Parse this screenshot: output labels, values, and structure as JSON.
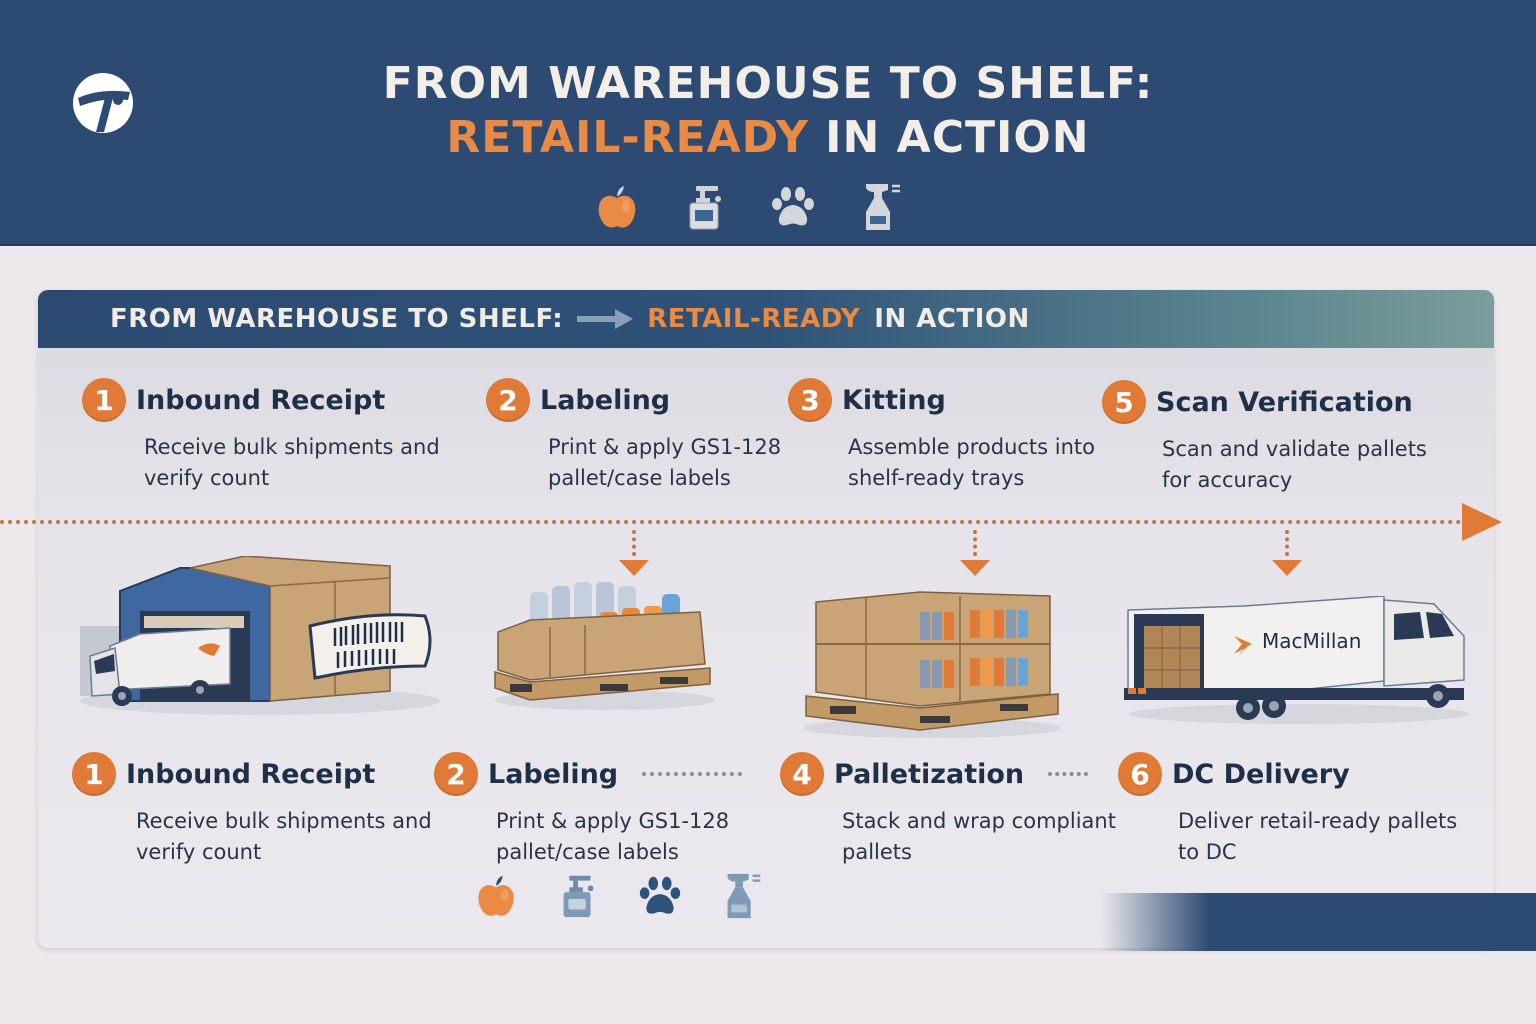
{
  "banner": {
    "title_line1": "FROM WAREHOUSE TO SHELF:",
    "title_line2_highlight": "RETAIL-READY",
    "title_line2_rest": " IN ACTION",
    "logo": "company-logo",
    "icons": [
      "apple-icon",
      "pump-bottle-icon",
      "paw-icon",
      "spray-bottle-icon"
    ]
  },
  "panel": {
    "header_part1": "FROM WAREHOUSE TO SHELF:",
    "header_highlight": "RETAIL-READY",
    "header_part2": "IN ACTION"
  },
  "top_steps": [
    {
      "number": "1",
      "title": "Inbound Receipt",
      "desc": "Receive bulk shipments and verify count"
    },
    {
      "number": "2",
      "title": "Labeling",
      "desc": "Print & apply GS1-128 pallet/case labels"
    },
    {
      "number": "3",
      "title": "Kitting",
      "desc": "Assemble products into shelf-ready trays"
    },
    {
      "number": "5",
      "title": "Scan Verification",
      "desc": "Scan and validate pallets for accuracy"
    }
  ],
  "bottom_steps": [
    {
      "number": "1",
      "title": "Inbound Receipt",
      "desc": "Receive bulk shipments and verify count"
    },
    {
      "number": "2",
      "title": "Labeling",
      "desc": "Print & apply GS1-128 pallet/case labels"
    },
    {
      "number": "4",
      "title": "Palletization",
      "desc": "Stack and wrap compliant pallets"
    },
    {
      "number": "6",
      "title": "DC Delivery",
      "desc": "Deliver retail-ready pallets to DC"
    }
  ],
  "illustrations": {
    "truck_brand": "MacMillan"
  },
  "colors": {
    "navy": "#2d4b72",
    "orange": "#e07a36",
    "panel_bg": "#e6e4ea"
  }
}
